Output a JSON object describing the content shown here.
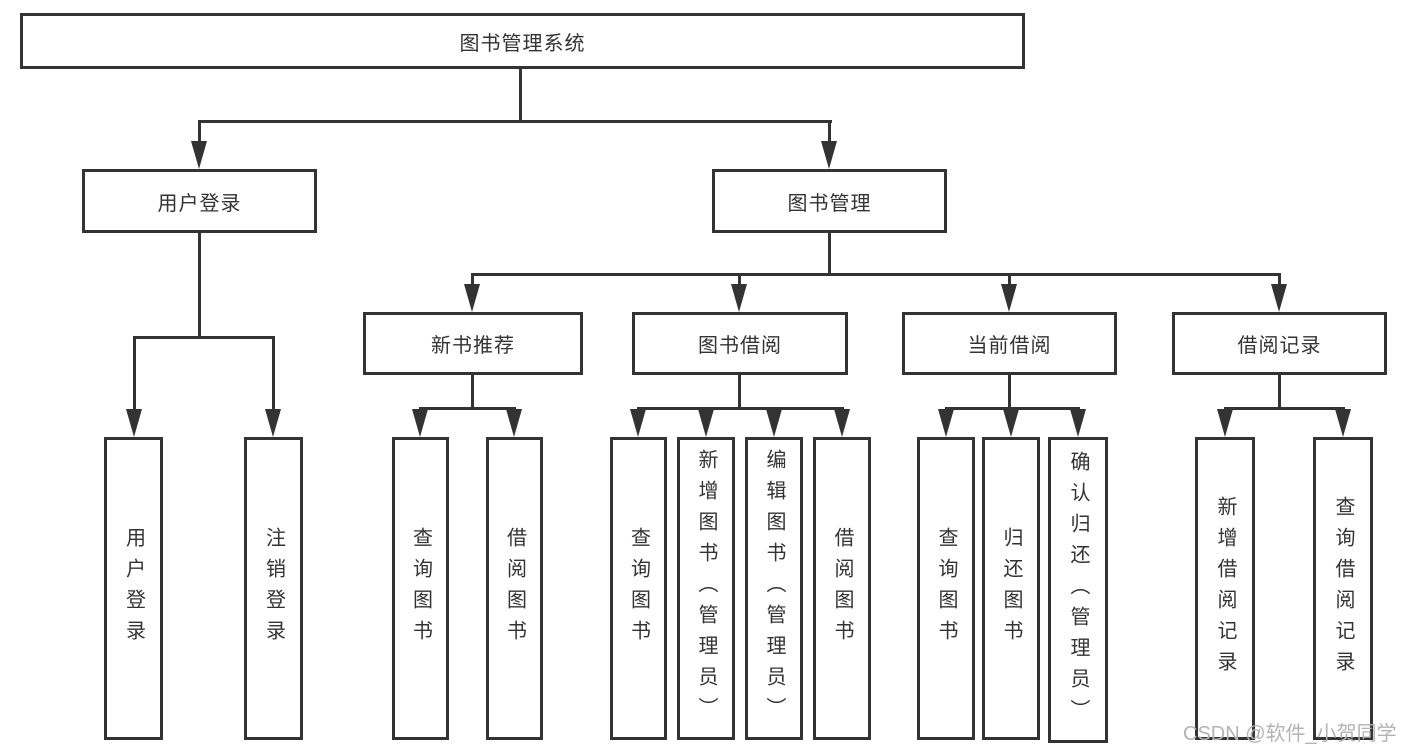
{
  "diagram": {
    "type": "tree",
    "root": {
      "label": "图书管理系统"
    },
    "level2": [
      {
        "label": "用户登录",
        "leaves": [
          "用户登录",
          "注销登录"
        ]
      },
      {
        "label": "图书管理"
      }
    ],
    "level3": [
      {
        "label": "新书推荐",
        "leaves": [
          "查询图书",
          "借阅图书"
        ]
      },
      {
        "label": "图书借阅",
        "leaves": [
          "查询图书",
          "新增图书（管理员）",
          "编辑图书（管理员）",
          "借阅图书"
        ]
      },
      {
        "label": "当前借阅",
        "leaves": [
          "查询图书",
          "归还图书",
          "确认归还（管理员）"
        ]
      },
      {
        "label": "借阅记录",
        "leaves": [
          "新增借阅记录",
          "查询借阅记录"
        ]
      }
    ],
    "colors": {
      "line": "#333333",
      "text": "#333333",
      "background": "#ffffff"
    }
  },
  "watermark": {
    "text": "CSDN @软件_小贺同学",
    "color": "#b3b3b3"
  }
}
